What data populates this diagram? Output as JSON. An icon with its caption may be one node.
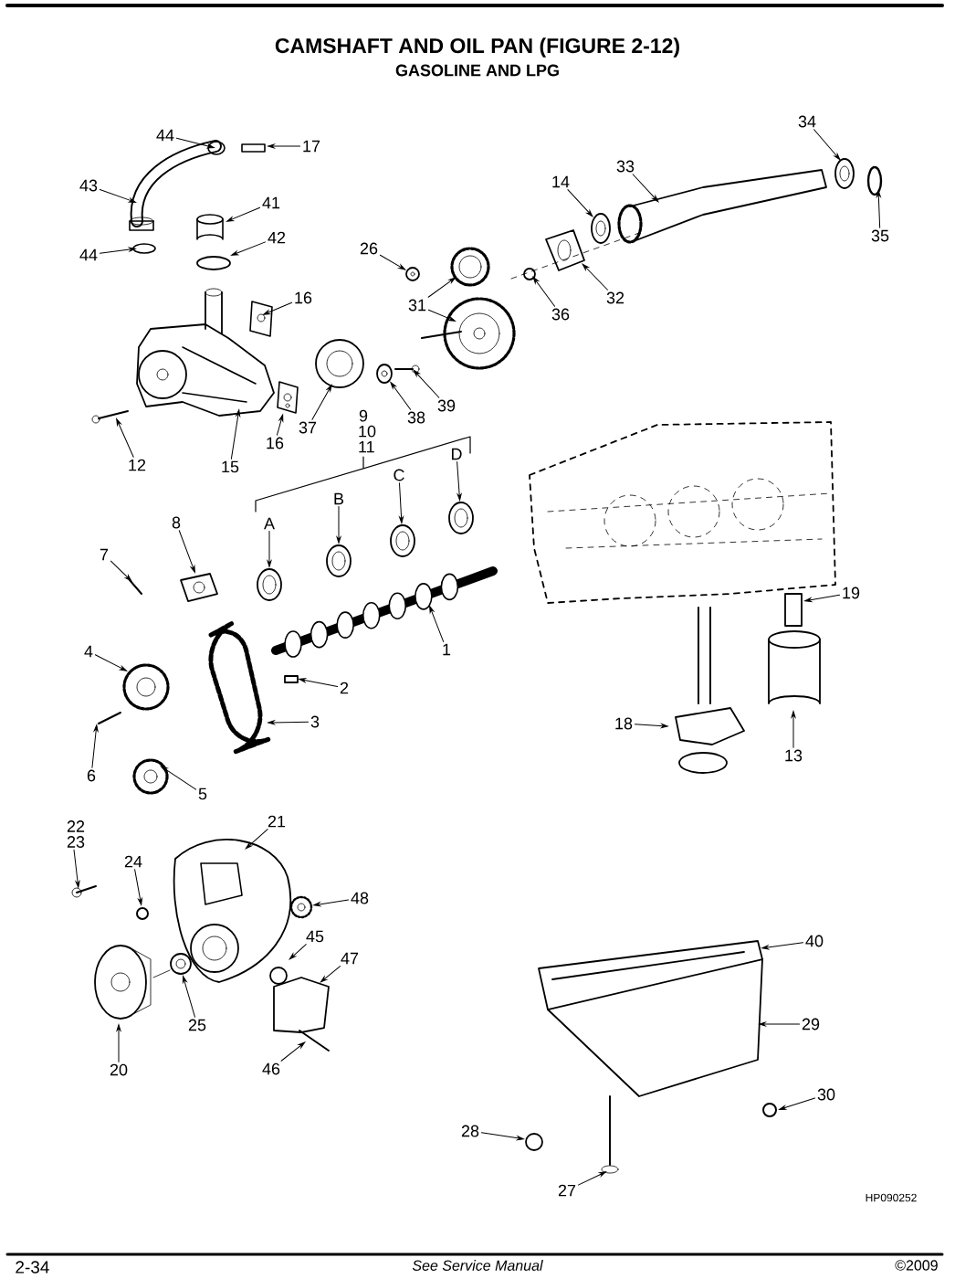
{
  "diagram": {
    "title": "CAMSHAFT AND OIL PAN (FIGURE 2-12)",
    "nodes": [
      {
        "text": [
          "44"
        ]
      },
      {
        "text": [
          "17"
        ]
      },
      {
        "text": [
          "34"
        ]
      },
      {
        "text": [
          "33"
        ]
      },
      {
        "text": [
          "14"
        ]
      },
      {
        "text": [
          "43"
        ]
      },
      {
        "text": [
          "41"
        ]
      },
      {
        "text": [
          "35"
        ]
      },
      {
        "text": [
          "42"
        ]
      },
      {
        "text": [
          "26"
        ]
      },
      {
        "text": [
          "44"
        ]
      },
      {
        "text": [
          "16"
        ]
      },
      {
        "text": [
          "32"
        ]
      },
      {
        "text": [
          "31"
        ]
      },
      {
        "text": [
          "36"
        ]
      },
      {
        "text": [
          "39"
        ]
      },
      {
        "text": [
          "38"
        ]
      },
      {
        "text": [
          "37"
        ]
      },
      {
        "text": [
          "9 10 11"
        ]
      },
      {
        "text": [
          "16"
        ]
      },
      {
        "text": [
          "12"
        ]
      },
      {
        "text": [
          "15"
        ]
      },
      {
        "text": [
          "D"
        ]
      },
      {
        "text": [
          "C"
        ]
      },
      {
        "text": [
          "B"
        ]
      },
      {
        "text": [
          "A"
        ]
      },
      {
        "text": [
          "8"
        ]
      },
      {
        "text": [
          "7"
        ]
      },
      {
        "text": [
          "19"
        ]
      },
      {
        "text": [
          "1"
        ]
      },
      {
        "text": [
          "4"
        ]
      },
      {
        "text": [
          "2"
        ]
      },
      {
        "text": [
          "3"
        ]
      },
      {
        "text": [
          "18"
        ]
      },
      {
        "text": [
          "13"
        ]
      },
      {
        "text": [
          "6"
        ]
      },
      {
        "text": [
          "5"
        ]
      },
      {
        "text": [
          "21"
        ]
      },
      {
        "text": [
          "22 23"
        ]
      },
      {
        "text": [
          "24"
        ]
      },
      {
        "text": [
          "48"
        ]
      },
      {
        "text": [
          "45"
        ]
      },
      {
        "text": [
          "40"
        ]
      },
      {
        "text": [
          "47"
        ]
      },
      {
        "text": [
          "25"
        ]
      },
      {
        "text": [
          "29"
        ]
      },
      {
        "text": [
          "20"
        ]
      },
      {
        "text": [
          "46"
        ]
      },
      {
        "text": [
          "30"
        ]
      },
      {
        "text": [
          "28"
        ]
      },
      {
        "text": [
          "27"
        ]
      },
      {
        "text": [],
        "shape": "picture"
      },
      {
        "text": [],
        "shape": "picture"
      },
      {
        "text": [],
        "shape": "picture"
      },
      {
        "text": [],
        "shape": "picture"
      },
      {
        "text": [],
        "shape": "picture"
      },
      {
        "text": [],
        "shape": "picture"
      },
      {
        "text": [],
        "shape": "picture"
      },
      {
        "text": [],
        "shape": "picture"
      }
    ],
    "edges": [
      {
        "from": 0,
        "to": null,
        "arrow": "to"
      },
      {
        "from": 1,
        "to": null,
        "arrow": "to"
      },
      {
        "from": 2,
        "to": null,
        "arrow": "to"
      },
      {
        "from": 3,
        "to": null,
        "arrow": "to"
      },
      {
        "from": 4,
        "to": null,
        "arrow": "to"
      },
      {
        "from": 5,
        "to": null,
        "arrow": "to"
      },
      {
        "from": 6,
        "to": null,
        "arrow": "to"
      },
      {
        "from": 7,
        "to": null,
        "arrow": "to"
      },
      {
        "from": 8,
        "to": null,
        "arrow": "to"
      },
      {
        "from": 9,
        "to": 51,
        "arrow": "to"
      },
      {
        "from": 10,
        "to": null,
        "arrow": "to"
      },
      {
        "from": 11,
        "to": null,
        "arrow": "to"
      },
      {
        "from": 12,
        "to": null,
        "arrow": "to"
      },
      {
        "from": 13,
        "to": null,
        "arrow": "to"
      },
      {
        "from": 13,
        "to": null,
        "arrow": "to"
      },
      {
        "from": 14,
        "to": null,
        "arrow": "to"
      },
      {
        "from": 15,
        "to": null,
        "arrow": "to"
      },
      {
        "from": 16,
        "to": 52,
        "arrow": "to"
      },
      {
        "from": 17,
        "to": null,
        "arrow": "to"
      },
      {
        "from": 19,
        "to": 53,
        "arrow": "to"
      },
      {
        "from": 20,
        "to": null,
        "arrow": "to"
      },
      {
        "from": 21,
        "to": null,
        "arrow": "to"
      },
      {
        "from": 22,
        "to": 54,
        "arrow": "to"
      },
      {
        "from": 23,
        "to": 55,
        "arrow": "to"
      },
      {
        "from": 24,
        "to": 56,
        "arrow": "to"
      },
      {
        "from": 25,
        "to": 57,
        "arrow": "to"
      },
      {
        "from": 26,
        "to": null,
        "arrow": "to"
      },
      {
        "from": 27,
        "to": null,
        "arrow": "to"
      },
      {
        "from": 28,
        "to": null,
        "arrow": "to"
      },
      {
        "from": 29,
        "to": null,
        "arrow": "to"
      },
      {
        "from": 30,
        "to": null,
        "arrow": "to"
      },
      {
        "from": 31,
        "to": null,
        "arrow": "to"
      },
      {
        "from": 32,
        "to": null,
        "arrow": "to"
      },
      {
        "from": 33,
        "to": null,
        "arrow": "to"
      },
      {
        "from": 34,
        "to": null,
        "arrow": "to"
      },
      {
        "from": 35,
        "to": null,
        "arrow": "to"
      },
      {
        "from": 36,
        "to": null,
        "arrow": "to"
      },
      {
        "from": 37,
        "to": null,
        "arrow": "to"
      },
      {
        "from": 38,
        "to": null,
        "arrow": "to"
      },
      {
        "from": 39,
        "to": null,
        "arrow": "to"
      },
      {
        "from": 40,
        "to": 58,
        "arrow": "to"
      },
      {
        "from": 41,
        "to": null,
        "arrow": "to"
      },
      {
        "from": 42,
        "to": null,
        "arrow": "to"
      },
      {
        "from": 43,
        "to": null,
        "arrow": "to"
      },
      {
        "from": 44,
        "to": null,
        "arrow": "to"
      },
      {
        "from": 45,
        "to": null,
        "arrow": "to"
      },
      {
        "from": 46,
        "to": null,
        "arrow": "to"
      },
      {
        "from": 47,
        "to": null,
        "arrow": "to"
      },
      {
        "from": 48,
        "to": null,
        "arrow": "to"
      },
      {
        "from": 49,
        "to": null,
        "arrow": "to"
      },
      {
        "from": 50,
        "to": null,
        "arrow": "to"
      }
    ],
    "labels": [
      "GASOLINE AND LPG",
      "HP090252",
      "2-34",
      "See Service Manual",
      "©2009"
    ]
  }
}
